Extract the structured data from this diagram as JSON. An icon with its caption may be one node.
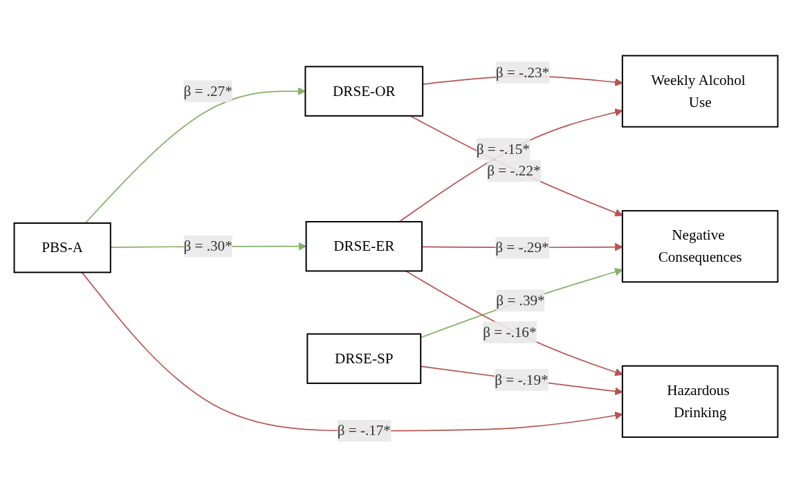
{
  "diagram": {
    "nodes": [
      {
        "text": [
          "DRSE-SP"
        ]
      },
      {
        "text": [
          "Weekly Alcohol Use"
        ]
      },
      {
        "text": [
          "DRSE-ER"
        ]
      },
      {
        "text": [
          "PBS-A"
        ]
      },
      {
        "text": [
          "Hazardous Drinking"
        ]
      },
      {
        "text": [
          "DRSE-OR"
        ]
      },
      {
        "text": [
          "Negative Consequences"
        ]
      }
    ],
    "edges": [
      {
        "from": 3,
        "to": 2,
        "arrow": "to",
        "label": "β = .30*",
        "color": "#82b366"
      },
      {
        "from": 3,
        "to": 5,
        "arrow": "to",
        "label": "β = .27*",
        "color": "#82b366"
      },
      {
        "from": 3,
        "to": 4,
        "arrow": "to",
        "label": "β = -.17*",
        "color": "#b85450"
      },
      {
        "from": 0,
        "to": 4,
        "arrow": "to",
        "label": "β = -.19*",
        "color": "#b85450"
      },
      {
        "from": 0,
        "to": 6,
        "arrow": "to",
        "label": "β = .39*",
        "color": "#82b366"
      },
      {
        "from": 2,
        "to": 1,
        "arrow": "to",
        "label": "β = -.15*",
        "color": "#b85450"
      },
      {
        "from": 2,
        "to": 4,
        "arrow": "to",
        "label": "β = -.16*",
        "color": "#b85450"
      },
      {
        "from": 2,
        "to": 6,
        "arrow": "to",
        "label": "β = -.29*",
        "color": "#b85450"
      },
      {
        "from": 5,
        "to": 1,
        "arrow": "to",
        "label": "β = -.23*",
        "color": "#b85450"
      },
      {
        "from": 5,
        "to": 6,
        "arrow": "to",
        "label": "β = -.22*",
        "color": "#b85450"
      }
    ]
  }
}
